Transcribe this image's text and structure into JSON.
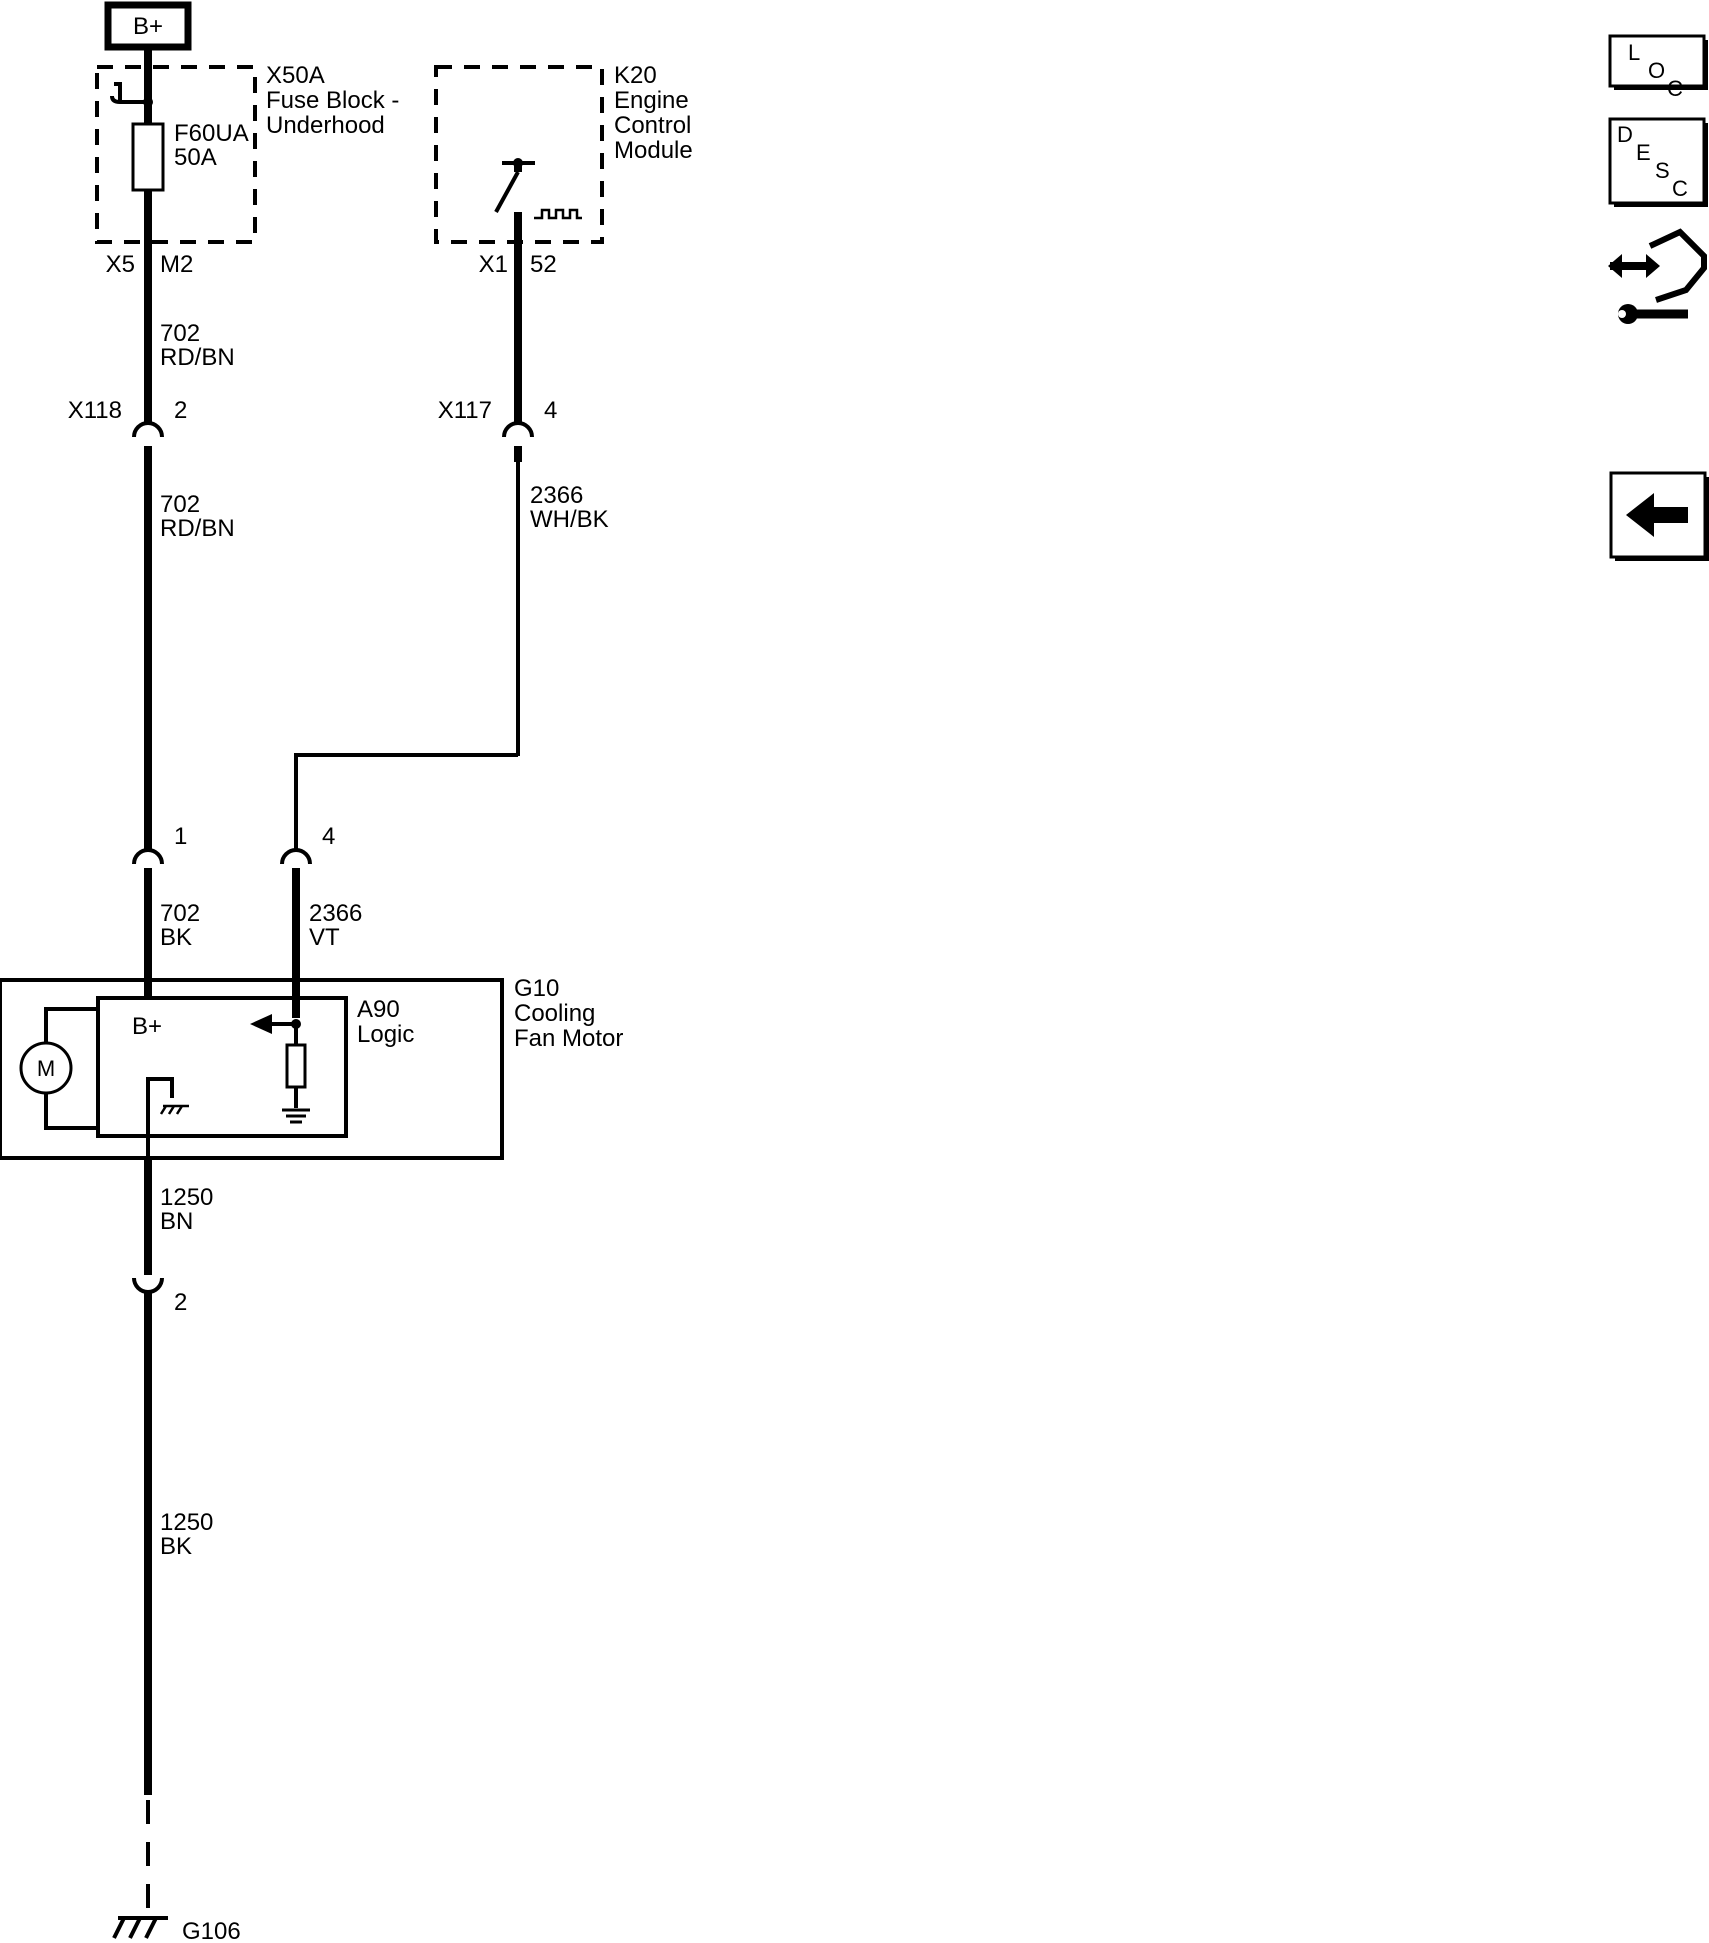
{
  "power": {
    "label": "B+"
  },
  "fuse_block": {
    "id": "X50A",
    "name_line1": "Fuse Block -",
    "name_line2": "Underhood",
    "fuse_id": "F60UA",
    "fuse_rating": "50A",
    "connector": "X5",
    "pin": "M2"
  },
  "ecm": {
    "id": "K20",
    "name_line1": "Engine",
    "name_line2": "Control",
    "name_line3": "Module",
    "connector": "X1",
    "pin": "52"
  },
  "wires": {
    "w702a": {
      "circuit": "702",
      "color": "RD/BN"
    },
    "w702b": {
      "circuit": "702",
      "color": "RD/BN"
    },
    "w2366a": {
      "circuit": "2366",
      "color": "WH/BK"
    },
    "w702c": {
      "circuit": "702",
      "color": "BK"
    },
    "w2366b": {
      "circuit": "2366",
      "color": "VT"
    },
    "w1250a": {
      "circuit": "1250",
      "color": "BN"
    },
    "w1250b": {
      "circuit": "1250",
      "color": "BK"
    }
  },
  "connectors": {
    "x118": {
      "id": "X118",
      "pin": "2"
    },
    "x117": {
      "id": "X117",
      "pin": "4"
    },
    "fan_pin1": {
      "pin": "1"
    },
    "fan_pin4": {
      "pin": "4"
    },
    "fan_pin2": {
      "pin": "2"
    }
  },
  "fan_motor": {
    "id": "G10",
    "name_line1": "Cooling",
    "name_line2": "Fan Motor",
    "motor_symbol": "M"
  },
  "logic_module": {
    "id": "A90",
    "name": "Logic",
    "power_label": "B+"
  },
  "ground": {
    "id": "G106"
  },
  "side_buttons": {
    "loc": {
      "l1": "L",
      "l2": "O",
      "l3": "C"
    },
    "desc": {
      "l1": "D",
      "l2": "E",
      "l3": "S",
      "l4": "C"
    },
    "diag_icon": "connector-service-icon",
    "back_icon": "arrow-left-icon"
  }
}
